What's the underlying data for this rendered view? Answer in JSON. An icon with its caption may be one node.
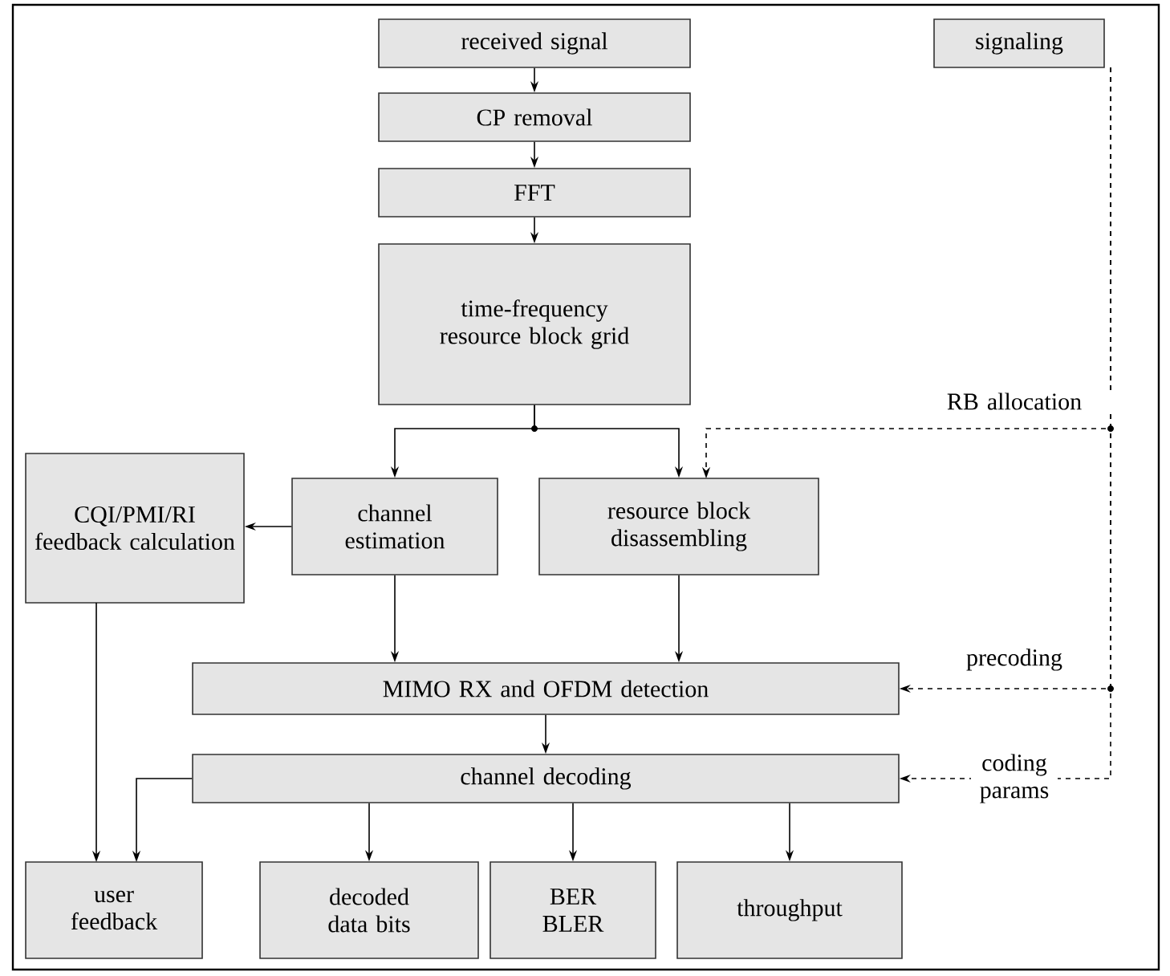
{
  "diagram": {
    "nodes": [
      {
        "text": [
          "received signal"
        ]
      },
      {
        "text": [
          "CP removal"
        ]
      },
      {
        "text": [
          "FFT"
        ]
      },
      {
        "text": [
          "time-frequency resource block grid"
        ]
      },
      {
        "text": [
          "signaling"
        ]
      },
      {
        "text": [
          "CQI/PMI/RI feedback calculation"
        ]
      },
      {
        "text": [
          "channel estimation"
        ]
      },
      {
        "text": [
          "resource block disassembling"
        ]
      },
      {
        "text": [
          "MIMO RX and OFDM detection"
        ]
      },
      {
        "text": [
          "channel decoding"
        ]
      },
      {
        "text": [
          "user feedback"
        ]
      },
      {
        "text": [
          "decoded data bits"
        ]
      },
      {
        "text": [
          "BER BLER"
        ]
      },
      {
        "text": [
          "throughput"
        ]
      }
    ],
    "edges": [
      {
        "from": 0,
        "to": 1,
        "arrow": "to"
      },
      {
        "from": 1,
        "to": 2,
        "arrow": "to"
      },
      {
        "from": 2,
        "to": 3,
        "arrow": "to"
      },
      {
        "from": 3,
        "to": 6,
        "arrow": "to"
      },
      {
        "from": 3,
        "to": 7,
        "arrow": "to"
      },
      {
        "from": 6,
        "to": 5,
        "arrow": "to"
      },
      {
        "from": 6,
        "to": 8,
        "arrow": "to"
      },
      {
        "from": 7,
        "to": 8,
        "arrow": "to"
      },
      {
        "from": 8,
        "to": 9,
        "arrow": "to"
      },
      {
        "from": 5,
        "to": 10,
        "arrow": "to"
      },
      {
        "from": 9,
        "to": 10,
        "arrow": "to"
      },
      {
        "from": 9,
        "to": 11,
        "arrow": "to"
      },
      {
        "from": 9,
        "to": 12,
        "arrow": "to"
      },
      {
        "from": 9,
        "to": 13,
        "arrow": "to"
      },
      {
        "from": 4,
        "to": 7,
        "arrow": "to",
        "style": "dashed",
        "label": "RB allocation"
      },
      {
        "from": 4,
        "to": 8,
        "arrow": "to",
        "style": "dashed",
        "label": "precoding"
      },
      {
        "from": 4,
        "to": 9,
        "arrow": "to",
        "style": "dashed",
        "label": "coding params"
      }
    ]
  }
}
